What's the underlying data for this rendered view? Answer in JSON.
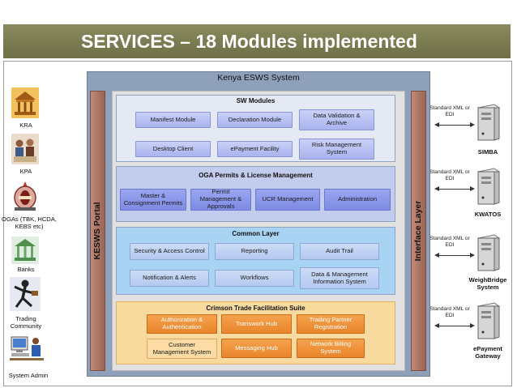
{
  "title": "SERVICES – 18 Modules implemented",
  "system_title": "Kenya ESWS System",
  "portal_label": "KESWS Portal",
  "interface_label": "Interface Layer",
  "sw_modules": {
    "title": "SW Modules",
    "items": [
      "Manifest Module",
      "Declaration Module",
      "Data Validation & Archive",
      "Desktop Client",
      "ePayment Facility",
      "Risk Management System"
    ]
  },
  "oga": {
    "title": "OGA Permits & License Management",
    "items": [
      "Master & Consignment Permits",
      "Permit Management & Approvals",
      "UCR Management",
      "Administration"
    ]
  },
  "common": {
    "title": "Common Layer",
    "items": [
      "Security & Access Control",
      "Reporting",
      "Audit Trail",
      "Notification & Alerts",
      "Workflows",
      "Data & Management Information System"
    ]
  },
  "crimson": {
    "title": "Crimson Trade Facilitation Suite",
    "items": [
      "Authorization & Authentication",
      "Transwork Hub",
      "Trading Partner Registration",
      "Customer Management System",
      "Messaging Hub",
      "Network Billing System"
    ]
  },
  "left_actors": [
    "KRA",
    "KPA",
    "OGAs (TBK, HCDA, KEBS etc)",
    "Banks",
    "Trading Community",
    "System Admin"
  ],
  "right_systems": {
    "channel_label": "Standard XML or EDI",
    "items": [
      "SIMBA",
      "KWATOS",
      "WeighBridge System",
      "ePayment Gateway"
    ]
  },
  "icons": [
    "kra-building-icon",
    "kpa-people-icon",
    "oga-emblem-icon",
    "bank-icon",
    "trading-figure-icon",
    "admin-computer-icon",
    "server-icon"
  ],
  "colors": {
    "title_bar": "#7a7a52",
    "system_box": "#8ea0ba",
    "portal_bar": "#ad7665",
    "sw_section": "#e4e9f3",
    "oga_section": "#c2ccec",
    "common_section": "#a8d3f3",
    "crimson_section": "#f8da9e",
    "orange_module": "#ee8f35"
  }
}
